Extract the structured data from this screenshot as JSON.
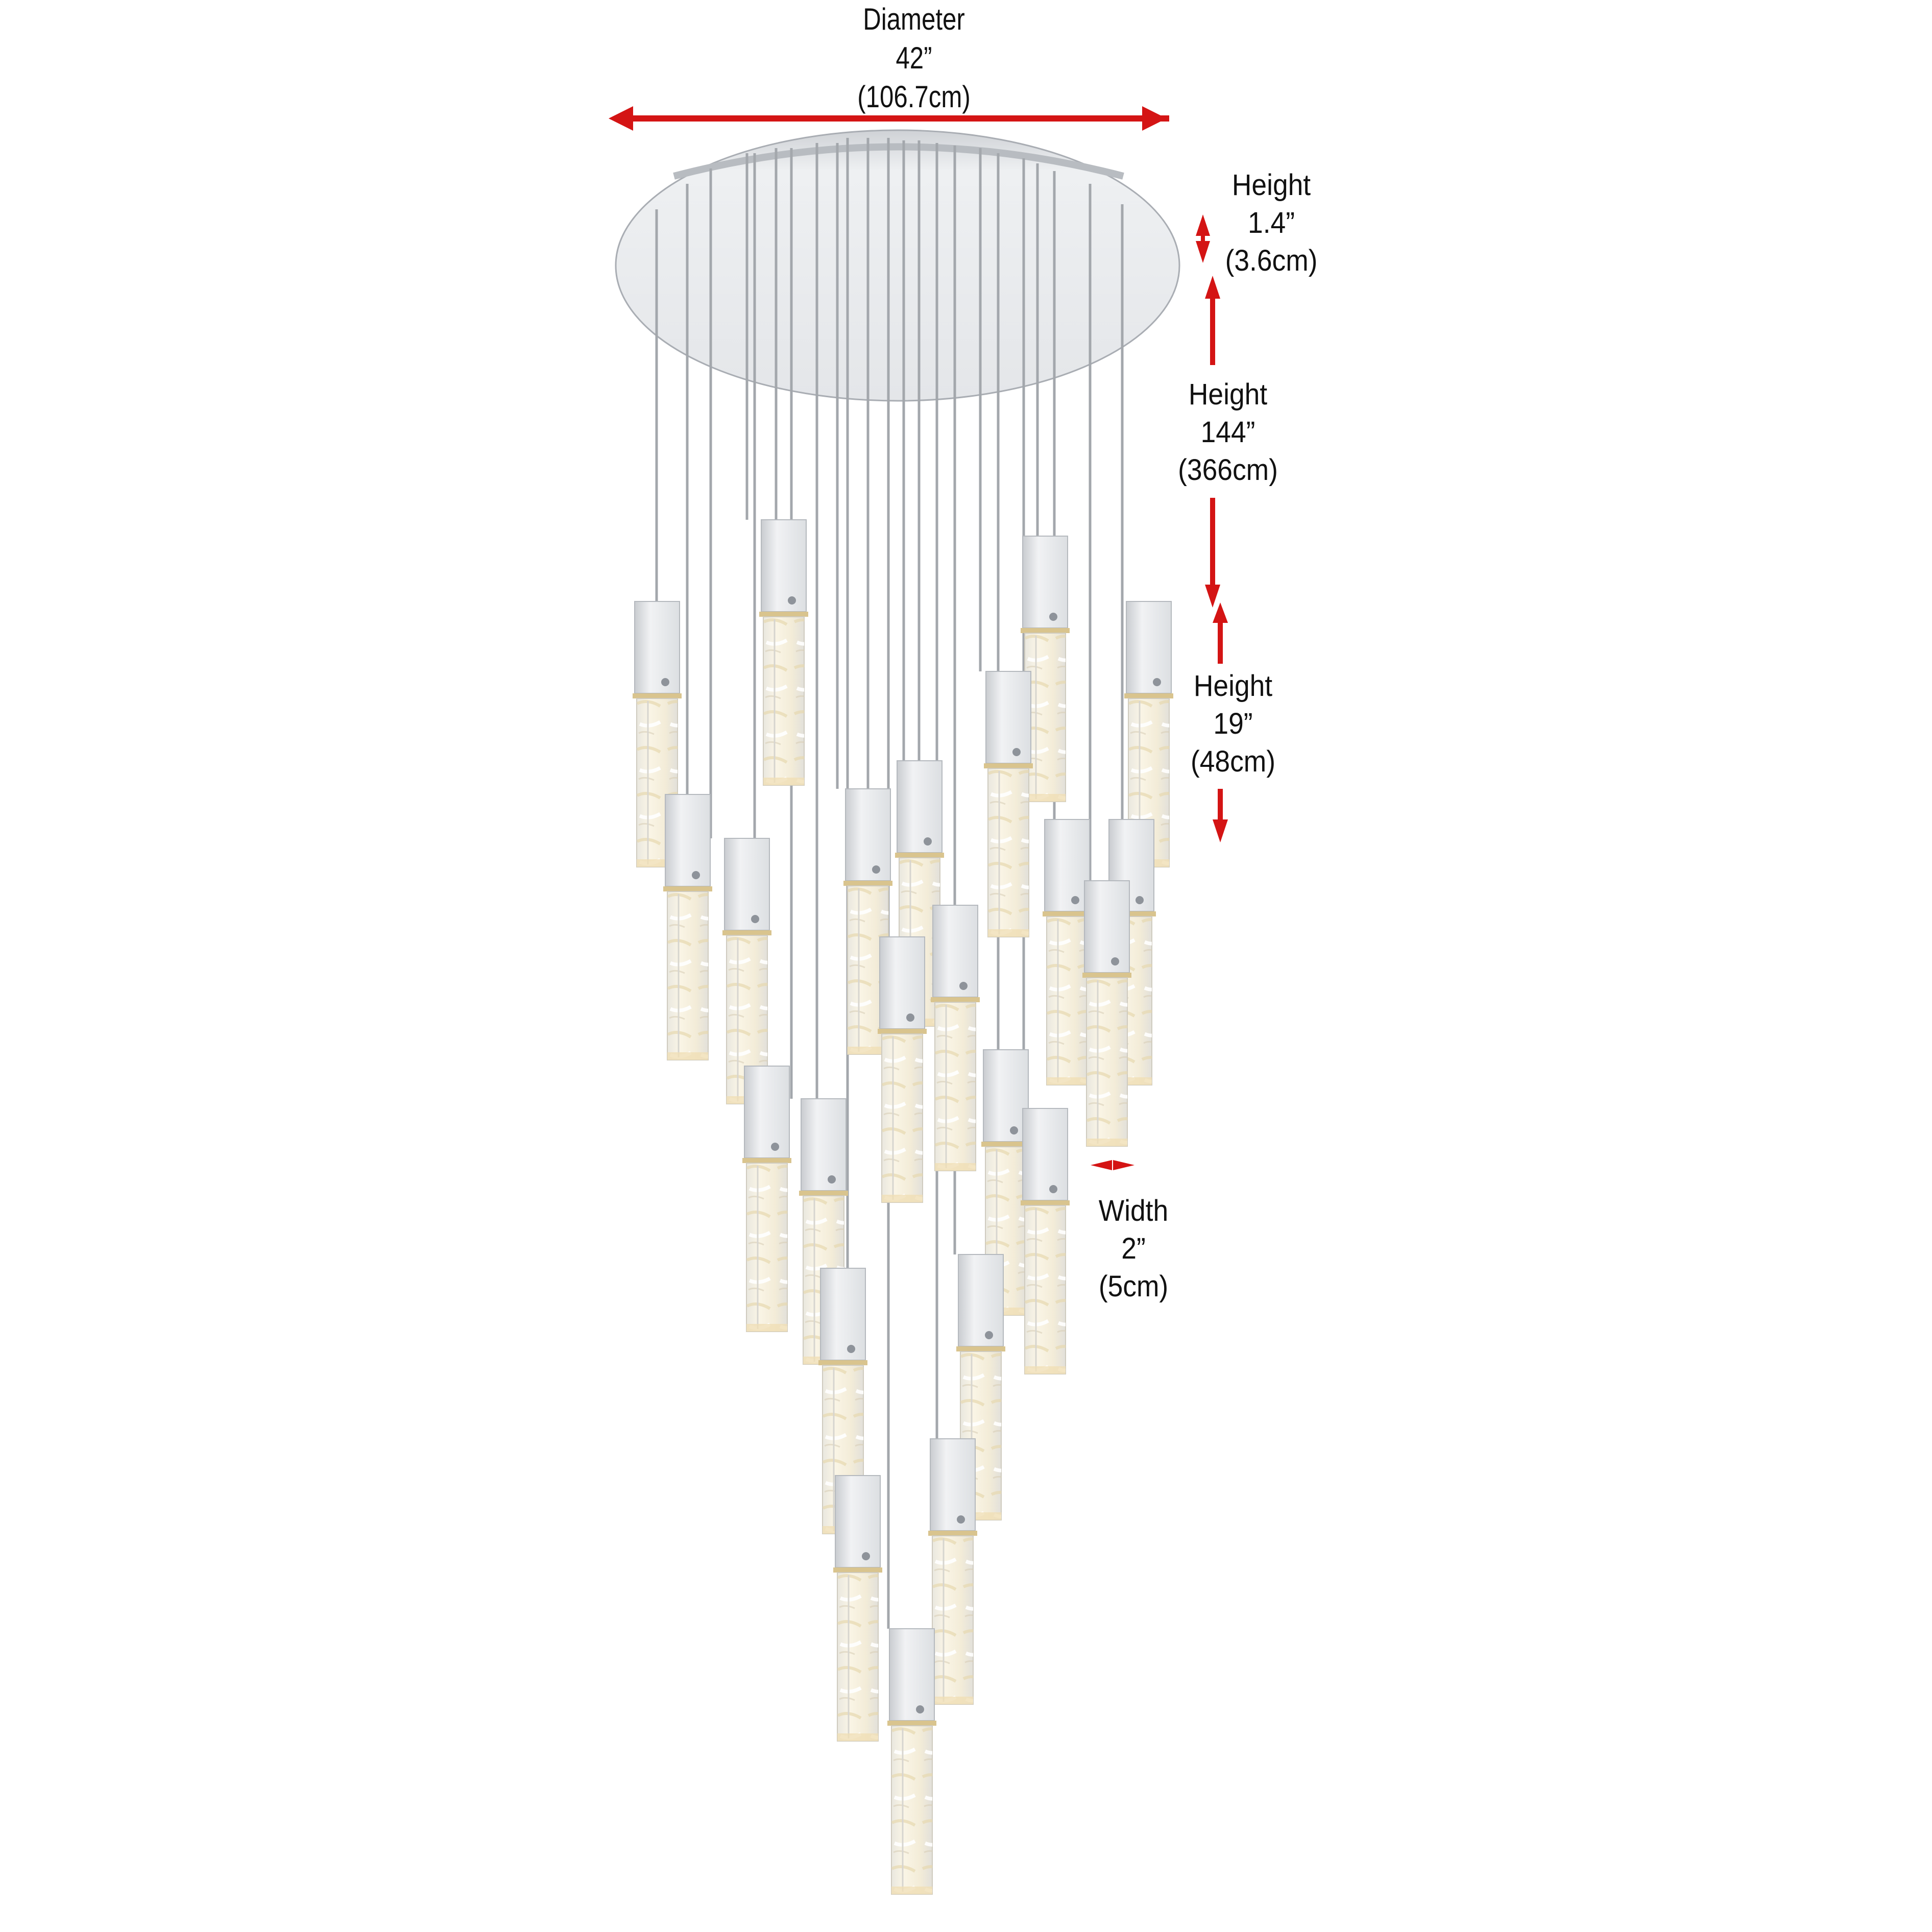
{
  "product": "Multi-pendant spiral crystal chandelier dimension diagram",
  "colors": {
    "background": "#ffffff",
    "dimension_arrow": "#d41414",
    "text": "#111111",
    "chrome": "#e6e8eb",
    "chrome_edge": "#a9adb3",
    "crystal_glow": "#f6ecd2",
    "cable": "#9fa3a8"
  },
  "dimensions": {
    "diameter": {
      "title": "Diameter",
      "imperial": "42”",
      "metric": "(106.7cm)"
    },
    "canopy_height": {
      "title": "Height",
      "imperial": "1.4”",
      "metric": "(3.6cm)"
    },
    "overall_height": {
      "title": "Height",
      "imperial": "144”",
      "metric": "(366cm)"
    },
    "pendant_height": {
      "title": "Height",
      "imperial": "19”",
      "metric": "(48cm)"
    },
    "pendant_width": {
      "title": "Width",
      "imperial": "2”",
      "metric": "(5cm)"
    }
  },
  "pendant_count": 23
}
